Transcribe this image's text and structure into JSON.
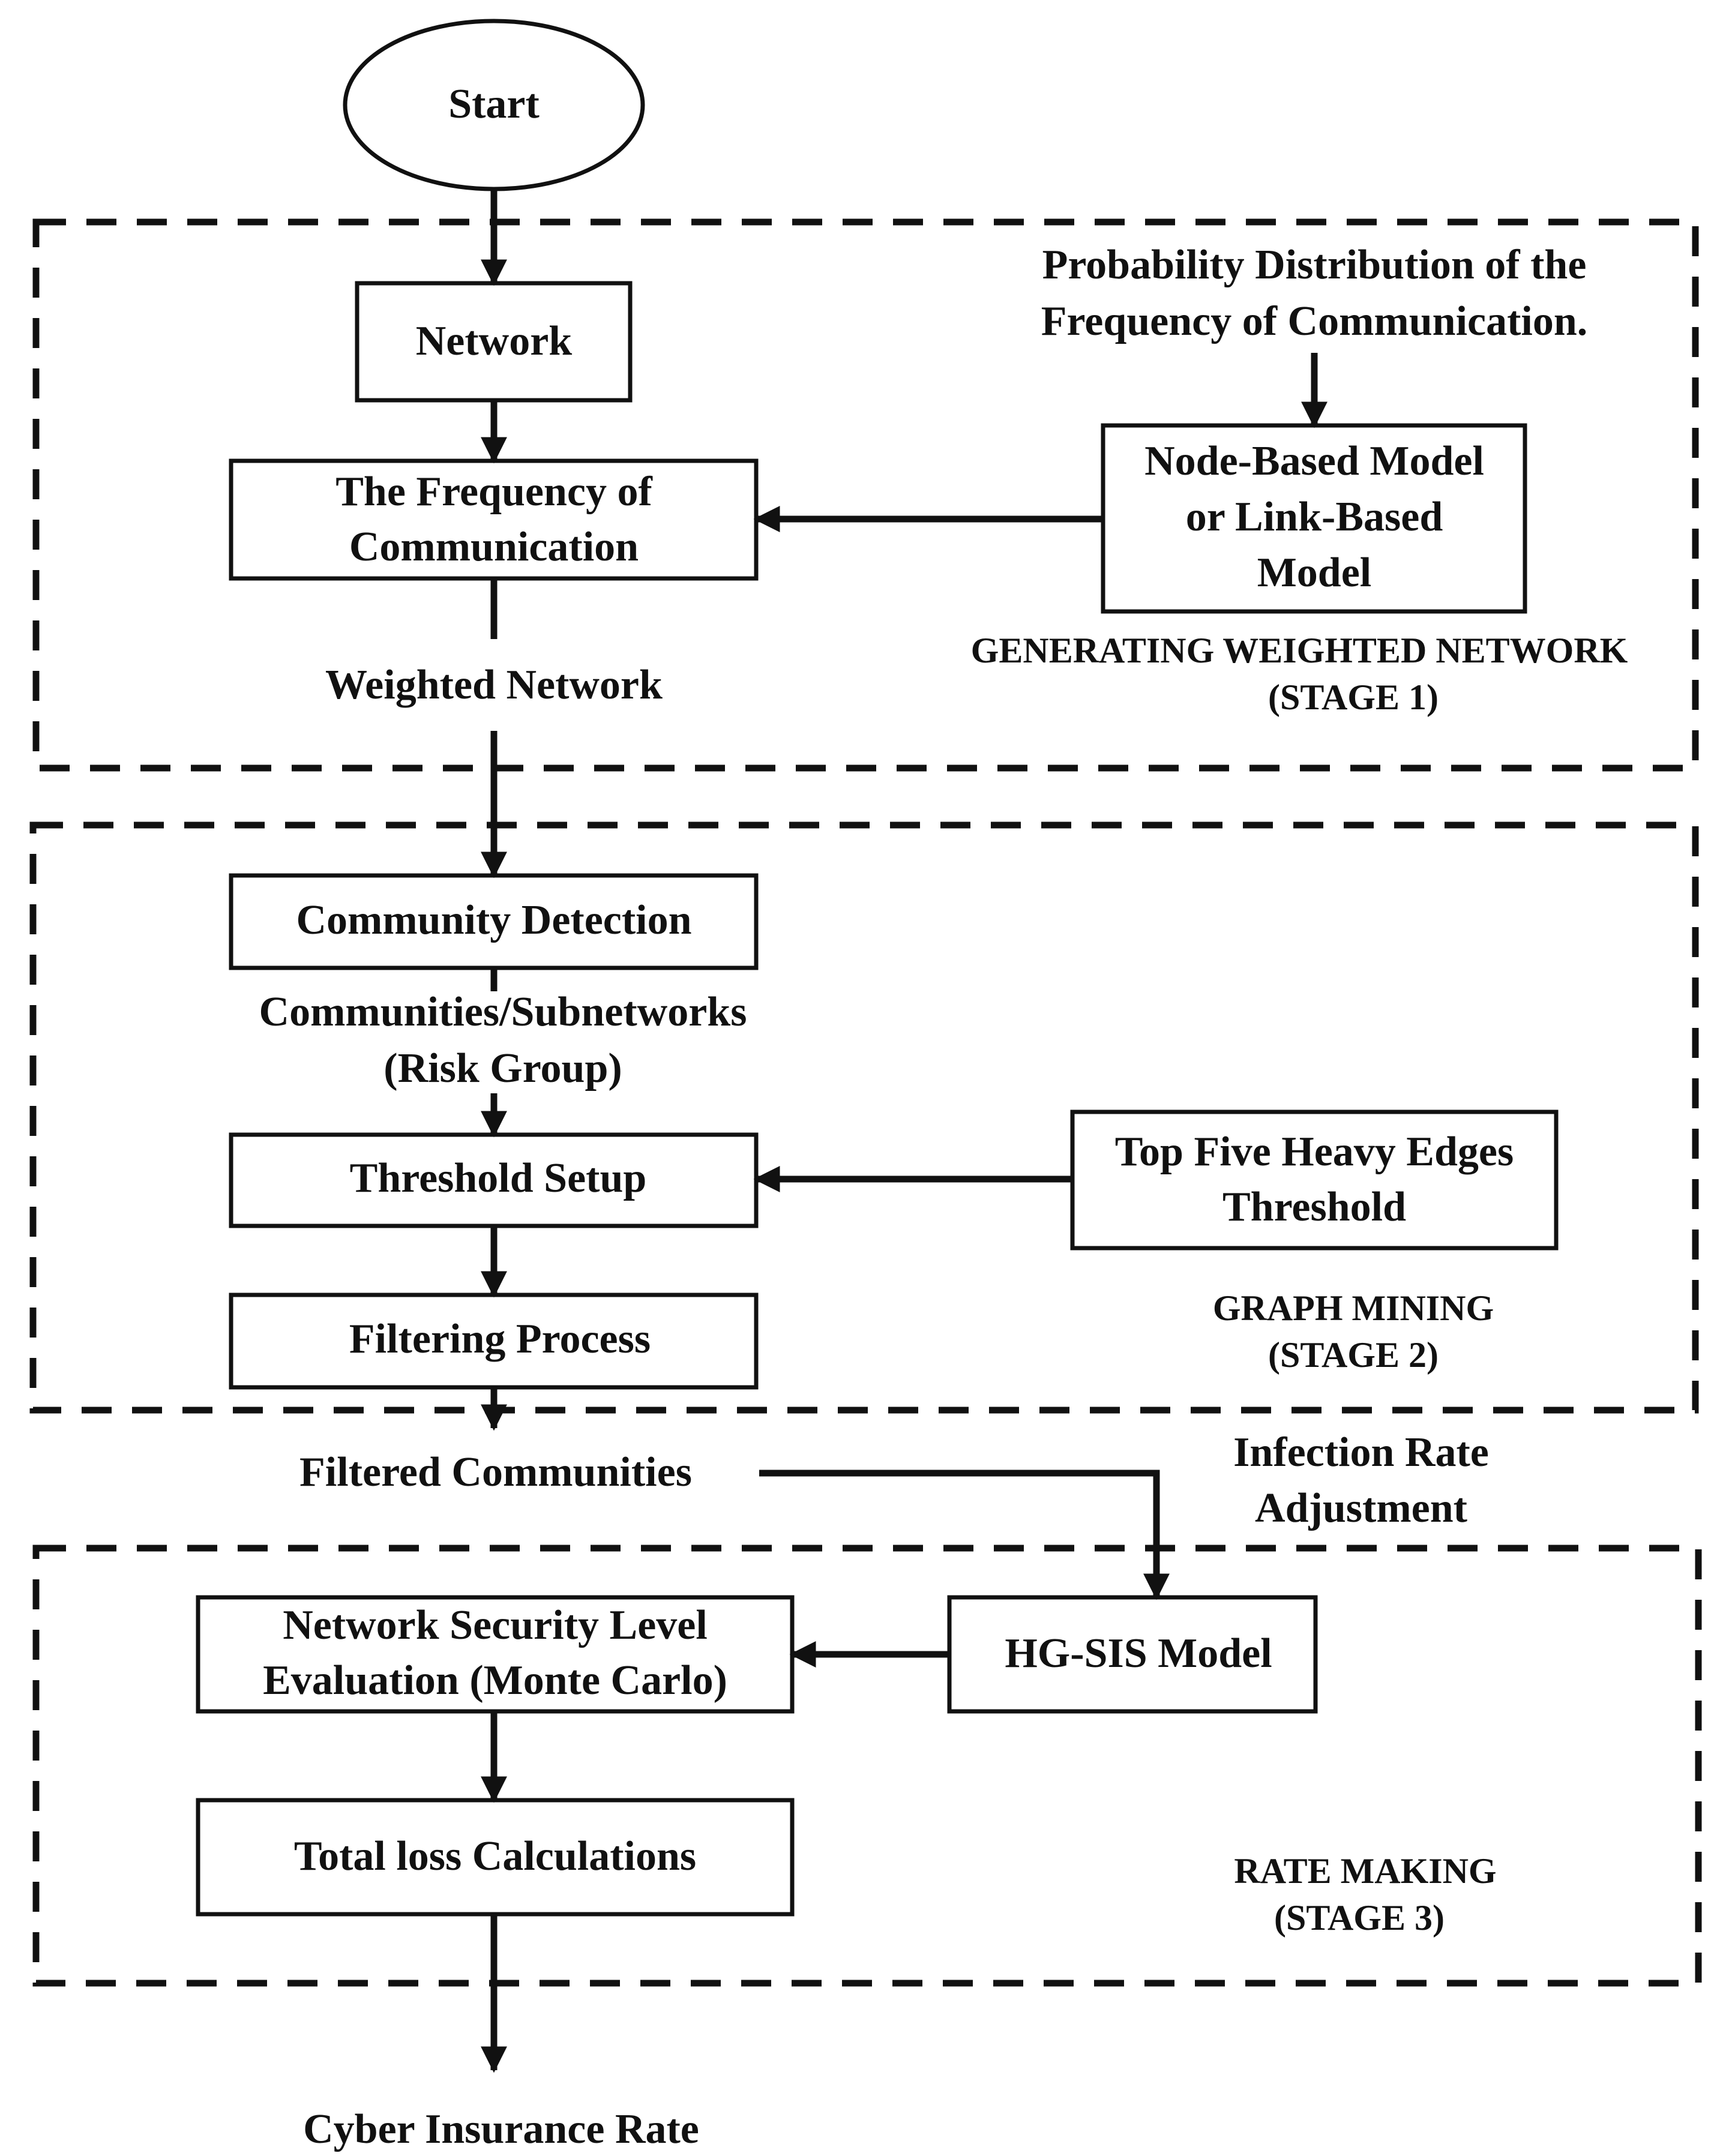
{
  "start": "Start",
  "stage1": {
    "network": "Network",
    "frequency": [
      "The Frequency of",
      "Communication"
    ],
    "prob_dist": [
      "Probability Distribution of the",
      "Frequency of Communication."
    ],
    "model": [
      "Node-Based Model",
      "or Link-Based",
      "Model"
    ],
    "weighted_network": "Weighted Network",
    "caption": [
      "GENERATING WEIGHTED NETWORK",
      "(STAGE 1)"
    ]
  },
  "stage2": {
    "community_detection": "Community Detection",
    "communities": [
      "Communities/Subnetworks",
      "(Risk Group)"
    ],
    "threshold_setup": "Threshold Setup",
    "top_five": [
      "Top Five Heavy Edges",
      "Threshold"
    ],
    "filtering": "Filtering Process",
    "caption": [
      "GRAPH MINING",
      "(STAGE 2)"
    ]
  },
  "filtered_communities": "Filtered Communities",
  "infection_rate": [
    "Infection Rate",
    "Adjustment"
  ],
  "stage3": {
    "nsl": [
      "Network Security Level",
      "Evaluation (Monte Carlo)"
    ],
    "hgsis": "HG-SIS Model",
    "total_loss": "Total loss Calculations",
    "caption": [
      "RATE MAKING",
      "(STAGE 3)"
    ]
  },
  "output": "Cyber Insurance Rate"
}
